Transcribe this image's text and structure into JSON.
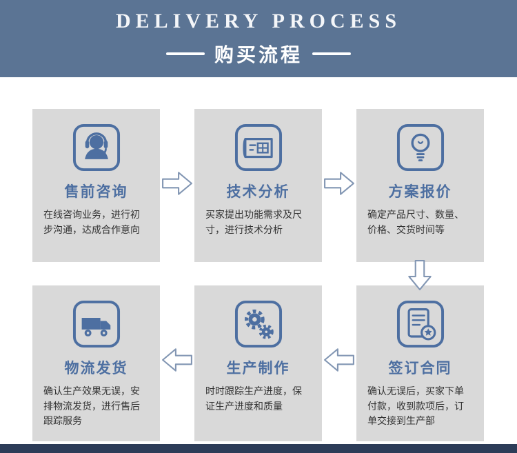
{
  "header": {
    "title_en": "DELIVERY PROCESS",
    "title_zh": "购买流程"
  },
  "steps": [
    {
      "title": "售前咨询",
      "desc": "在线咨询业务，进行初步沟通，达成合作意向",
      "icon": "headset-icon"
    },
    {
      "title": "技术分析",
      "desc": "买家提出功能需求及尺寸，进行技术分析",
      "icon": "blueprint-icon"
    },
    {
      "title": "方案报价",
      "desc": "确定产品尺寸、数量、价格、交货时间等",
      "icon": "lightbulb-icon"
    },
    {
      "title": "签订合同",
      "desc": "确认无误后，买家下单付款，收到款项后，订单交接到生产部",
      "icon": "contract-icon"
    },
    {
      "title": "生产制作",
      "desc": "时时跟踪生产进度，保证生产进度和质量",
      "icon": "gears-icon"
    },
    {
      "title": "物流发货",
      "desc": "确认生产效果无误，安排物流发货，进行售后跟踪服务",
      "icon": "truck-icon"
    }
  ],
  "colors": {
    "header_bg": "#5b7494",
    "card_bg": "#d9d9d9",
    "accent": "#4d6fa1",
    "bottom_bar": "#2c3c58"
  }
}
